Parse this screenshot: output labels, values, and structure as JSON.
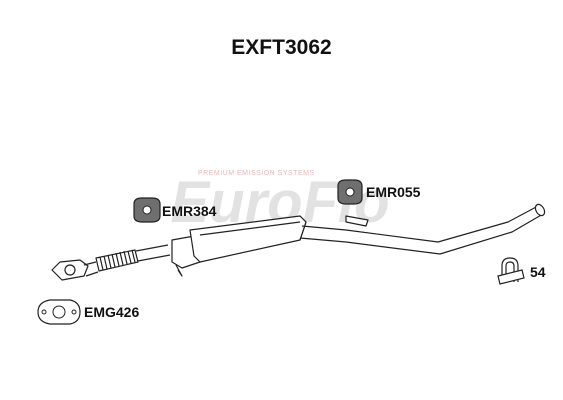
{
  "title": "EXFT3062",
  "watermark": {
    "logo_text": "EuroFlo",
    "tagline": "PREMIUM EMISSION SYSTEMS"
  },
  "parts": {
    "rubber_mount_1": "EMR384",
    "rubber_mount_2": "EMR055",
    "gasket": "EMG426",
    "clamp": "54"
  },
  "colors": {
    "line": "#222222",
    "mount_fill": "#6f6f6f",
    "watermark_grey": "#e0e0e0",
    "watermark_red": "#f2c9c9"
  }
}
